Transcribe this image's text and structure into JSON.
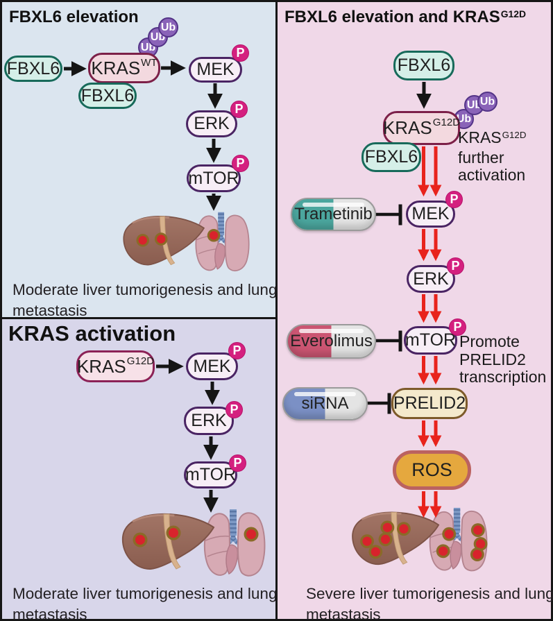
{
  "badges": {
    "phospho": "P",
    "ubiquitin": "Ub"
  },
  "colors": {
    "panel_a_bg": "#dbe5ef",
    "panel_b_bg": "#d8d6ea",
    "panel_c_bg": "#f0d8e8",
    "fbxl6_fill": "#d5efe8",
    "fbxl6_border": "#176a5a",
    "kras_fill": "#f3d9df",
    "kras_border": "#7c2048",
    "signal_fill": "#f7eef6",
    "signal_border": "#4a2463",
    "prelid2_fill": "#f4e9cc",
    "prelid2_border": "#7d5a2a",
    "ros_fill": "#e5a83e",
    "ros_border": "#bb6260",
    "phospho_badge": "#d4207f",
    "ubiquitin_fill": "#8a63b8",
    "activation_arrow_red": "#e8231c",
    "arrow_black": "#151515",
    "trametinib_color": "#4ba69e",
    "everolimus_color": "#cb5572",
    "sirna_color": "#7b90c5"
  },
  "panel_a": {
    "title": "FBXL6 elevation",
    "nodes": {
      "fbxl6_top": "FBXL6",
      "fbxl6_bound": "FBXL6",
      "kras_base": "KRAS",
      "kras_sup": "WT",
      "mek": "MEK",
      "erk": "ERK",
      "mtor": "mTOR"
    },
    "caption_line1": "Moderate liver tumorigenesis and lung",
    "caption_line2": "metastasis",
    "tumors": {
      "liver": [
        [
          36,
          48
        ],
        [
          66,
          46
        ]
      ],
      "lungs": [
        [
          152,
          40
        ]
      ]
    }
  },
  "panel_b": {
    "title": "KRAS activation",
    "nodes": {
      "kras_base": "KRAS",
      "kras_sup": "G12D",
      "mek": "MEK",
      "erk": "ERK",
      "mtor": "mTOR"
    },
    "caption_line1": "Moderate liver tumorigenesis and lung",
    "caption_line2": "metastasis",
    "tumors": {
      "liver": [
        [
          30,
          46
        ],
        [
          78,
          36
        ]
      ],
      "lungs": [
        [
          190,
          38
        ]
      ]
    }
  },
  "panel_c": {
    "title_base": "FBXL6 elevation and KRAS",
    "title_sup": "G12D",
    "nodes": {
      "fbxl6_top": "FBXL6",
      "fbxl6_bound": "FBXL6",
      "kras_base": "KRAS",
      "kras_sup": "G12D",
      "mek": "MEK",
      "erk": "ERK",
      "mtor": "mTOR",
      "prelid2": "PRELID2",
      "ros": "ROS"
    },
    "drugs": {
      "trametinib": "Trametinib",
      "everolimus": "Everolimus",
      "sirna": "siRNA"
    },
    "annotations": {
      "kras_line1_base": "KRAS",
      "kras_line1_sup": "G12D",
      "kras_line2": "further",
      "kras_line3": "activation",
      "mtor_line1": "Promote",
      "mtor_line2": "PRELID2",
      "mtor_line3": "transcription"
    },
    "caption_line1": "Severe liver tumorigenesis and lung",
    "caption_line2": "metastasis",
    "tumors": {
      "liver": [
        [
          58,
          32
        ],
        [
          83,
          34
        ],
        [
          27,
          53
        ],
        [
          55,
          50
        ],
        [
          40,
          69
        ]
      ],
      "lungs": [
        [
          152,
          42
        ],
        [
          143,
          68
        ],
        [
          196,
          36
        ],
        [
          200,
          57
        ],
        [
          195,
          73
        ]
      ]
    }
  }
}
